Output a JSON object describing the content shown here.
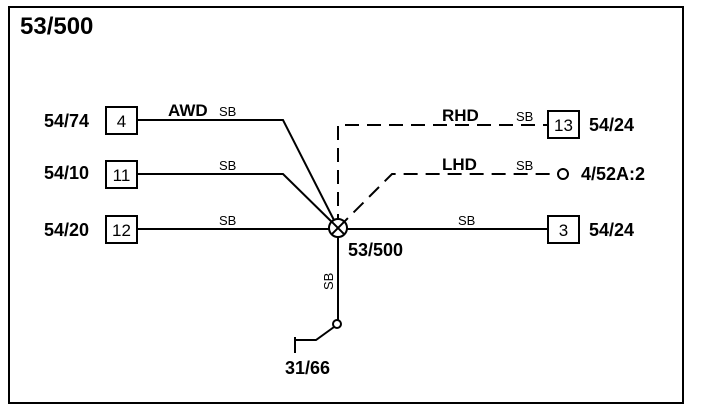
{
  "diagram": {
    "title": "53/500",
    "splice": {
      "label": "53/500"
    },
    "ground": {
      "label": "31/66",
      "wire_color": "SB"
    },
    "left_connections": [
      {
        "pin": "4",
        "connector": "54/74",
        "wire_color": "SB",
        "variant": "AWD"
      },
      {
        "pin": "11",
        "connector": "54/10",
        "wire_color": "SB"
      },
      {
        "pin": "12",
        "connector": "54/20",
        "wire_color": "SB"
      }
    ],
    "right_connections": [
      {
        "pin": "13",
        "connector": "54/24",
        "wire_color": "SB",
        "variant": "RHD"
      },
      {
        "pin": "",
        "connector": "4/52A:2",
        "wire_color": "SB",
        "variant": "LHD"
      },
      {
        "pin": "3",
        "connector": "54/24",
        "wire_color": "SB"
      }
    ]
  }
}
